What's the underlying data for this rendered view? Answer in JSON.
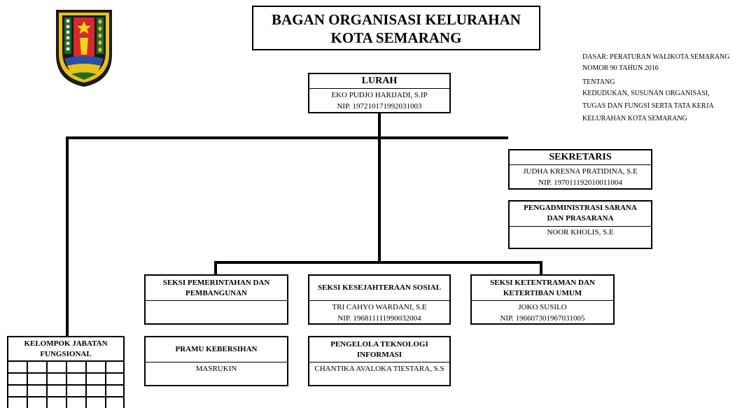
{
  "header": {
    "title_line1": "BAGAN ORGANISASI KELURAHAN",
    "title_line2": "KOTA SEMARANG",
    "logo_icon": "semarang-city-coat-of-arms"
  },
  "legal_basis": {
    "line1": "DASAR: PERATURAN WALIKOTA SEMARANG",
    "line2": "NOMOR 90 TAHUN 2016",
    "line3": "TENTANG",
    "line4": "KEDUDUKAN, SUSUNAN ORGANISASI,",
    "line5": "TUGAS DAN FUNGSI SERTA TATA KERJA",
    "line6": "KELURAHAN KOTA SEMARANG"
  },
  "lurah": {
    "title": "LURAH",
    "name": "EKO PUDJO HARIJADI, S.IP",
    "nip": "NIP. 197210171992031003"
  },
  "sekretaris": {
    "title": "SEKRETARIS",
    "name": "JUDHA KRESNA PRATIDINA, S.E",
    "nip": "NIP. 197011192010011004"
  },
  "pengadministrasi": {
    "title_line1": "PENGADMINISTRASI SARANA",
    "title_line2": "DAN PRASARANA",
    "name": "NOOR KHOLIS, S.E"
  },
  "seksi_pemerintahan": {
    "title_line1": "SEKSI PEMERINTAHAN DAN",
    "title_line2": "PEMBANGUNAN"
  },
  "seksi_kesejahteraan": {
    "title": "SEKSI KESEJAHTERAAN SOSIAL",
    "name": "TRI CAHYO WARDANI, S.E",
    "nip": "NIP. 196811111990032004"
  },
  "seksi_ketentraman": {
    "title_line1": "SEKSI KETENTRAMAN DAN",
    "title_line2": "KETERTIBAN UMUM",
    "name": "JOKO SUSILO",
    "nip": "NIP. 196607301967031005"
  },
  "pramu": {
    "title": "PRAMU KEBERSIHAN",
    "name": "MASRUKIN"
  },
  "pengelola_ti": {
    "title_line1": "PENGELOLA TEKNOLOGI",
    "title_line2": "INFORMASI",
    "name": "CHANTIKA AVALOKA TIESTARA, S.S"
  },
  "fungsional": {
    "title_line1": "KELOMPOK JABATAN",
    "title_line2": "FUNGSIONAL"
  }
}
